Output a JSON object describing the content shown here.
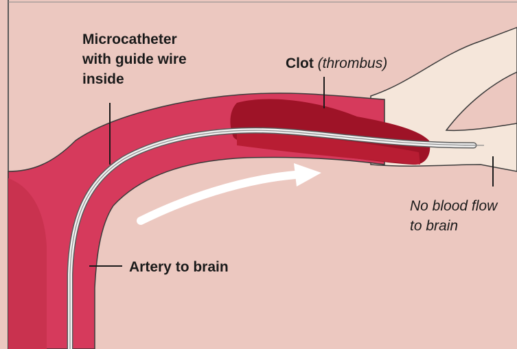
{
  "labels": {
    "microcatheter": [
      "Microcatheter",
      "with guide wire",
      "inside"
    ],
    "clot": {
      "main": "Clot",
      "detail": "(thrombus)"
    },
    "no_blood_flow": [
      "No blood flow",
      "to brain"
    ],
    "artery": "Artery to brain"
  },
  "colors": {
    "background": "#ecc8c0",
    "artery_fill": "#d63a5c",
    "artery_outline": "#3a3a3a",
    "blocked_vessel": "#f5e6da",
    "clot": "#9e1327",
    "catheter": "#f2f2f2",
    "flow_arrow": "#ffffff"
  }
}
